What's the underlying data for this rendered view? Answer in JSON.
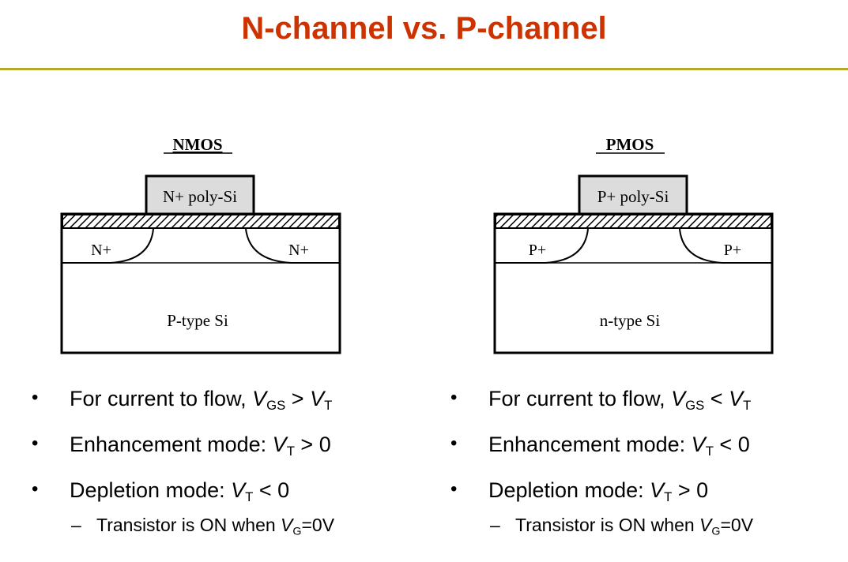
{
  "slide": {
    "title": "N-channel vs. P-channel",
    "accent_color": "#cc3300",
    "rule_color": "#b5a82c"
  },
  "nmos": {
    "heading": "NMOS",
    "gate_label": "N+ poly-Si",
    "left_region": "N+",
    "right_region": "N+",
    "substrate": "P-type Si",
    "bullets": [
      {
        "prefix": "For current to flow, ",
        "var": "V",
        "sub": "GS",
        "op": " > ",
        "var2": "V",
        "sub2": "T",
        "suffix": ""
      },
      {
        "prefix": "Enhancement mode: ",
        "var": "V",
        "sub": "T",
        "op": " > 0",
        "var2": "",
        "sub2": "",
        "suffix": ""
      },
      {
        "prefix": "Depletion mode: ",
        "var": "V",
        "sub": "T",
        "op": " < 0",
        "var2": "",
        "sub2": "",
        "suffix": ""
      }
    ],
    "sub_bullet": {
      "dash": "–",
      "prefix": "Transistor is ON when ",
      "var": "V",
      "sub": "G",
      "suffix": "=0V"
    }
  },
  "pmos": {
    "heading": "PMOS",
    "gate_label": "P+ poly-Si",
    "left_region": "P+",
    "right_region": "P+",
    "substrate": "n-type Si",
    "bullets": [
      {
        "prefix": "For current to flow, ",
        "var": "V",
        "sub": "GS",
        "op": " < ",
        "var2": "V",
        "sub2": "T",
        "suffix": ""
      },
      {
        "prefix": "Enhancement mode: ",
        "var": "V",
        "sub": "T",
        "op": " < 0",
        "var2": "",
        "sub2": "",
        "suffix": ""
      },
      {
        "prefix": "Depletion mode: ",
        "var": "V",
        "sub": "T",
        "op": " > 0",
        "var2": "",
        "sub2": "",
        "suffix": ""
      }
    ],
    "sub_bullet": {
      "dash": "–",
      "prefix": "Transistor is ON when ",
      "var": "V",
      "sub": "G",
      "suffix": "=0V"
    }
  },
  "bullet_glyph": "•"
}
